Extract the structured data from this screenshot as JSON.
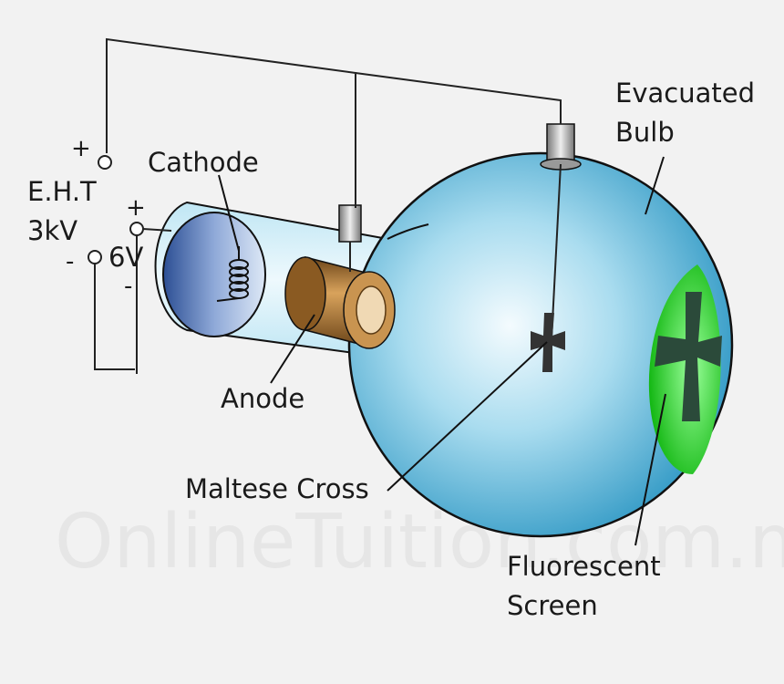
{
  "labels": {
    "evacuated_line1": "Evacuated",
    "evacuated_line2": "Bulb",
    "cathode": "Cathode",
    "anode": "Anode",
    "maltese_cross": "Maltese Cross",
    "fluorescent_line1": "Fluorescent",
    "fluorescent_line2": "Screen",
    "eht_line1": "E.H.T",
    "eht_line2": "3kV",
    "heater_voltage": "6V",
    "plus": "+",
    "minus": "-"
  },
  "watermark": "OnlineTuition.com.my",
  "colors": {
    "bulb": "#5ab8d8",
    "screen": "#2ee02e",
    "anode": "#9a6a2e",
    "cathode": "#3f63a8"
  }
}
